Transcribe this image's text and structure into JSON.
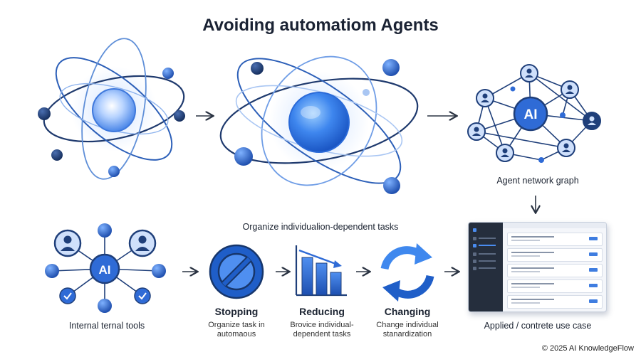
{
  "title": "Avoiding automatiom Agents",
  "labels": {
    "agent_network": "Agent network graph",
    "organize": "Organize individualion-dependent tasks",
    "internal_tools": "Internal ternal tools",
    "applied": "Applied / contrete use case"
  },
  "steps": [
    {
      "title": "Stopping",
      "desc": "Organize task in\nautomaous"
    },
    {
      "title": "Reducing",
      "desc": "Brovice individual-\ndependent tasks"
    },
    {
      "title": "Changing",
      "desc": "Change individual\nstanardization"
    }
  ],
  "icons": {
    "ai_hub_top": "AI",
    "ai_hub_bottom": "AI"
  },
  "footer": "© 2025 AI KnowledgeFlow",
  "colors": {
    "dark_blue": "#1f3f7a",
    "mid_blue": "#2f6bd6",
    "light_blue": "#8fb4ee",
    "pale_blue": "#cfe0fb"
  }
}
